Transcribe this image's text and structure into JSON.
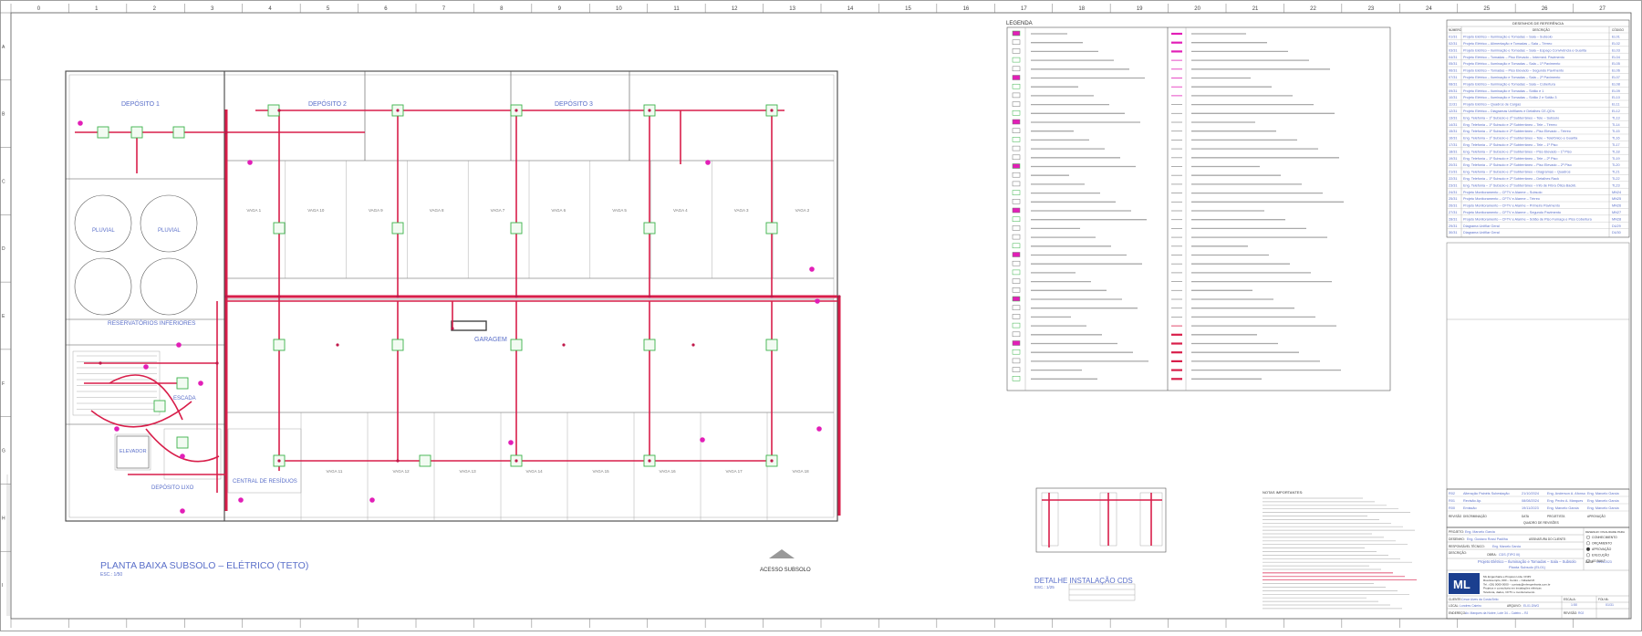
{
  "grid": {
    "cols": [
      "0",
      "1",
      "2",
      "3",
      "4",
      "5",
      "6",
      "7",
      "8",
      "9",
      "10",
      "11",
      "12",
      "13",
      "14",
      "15",
      "16",
      "17",
      "18",
      "19",
      "20",
      "21",
      "22",
      "23",
      "24",
      "25",
      "26",
      "27"
    ],
    "rows": [
      "A",
      "B",
      "C",
      "D",
      "E",
      "F",
      "G",
      "H",
      "I"
    ]
  },
  "plan": {
    "title": "PLANTA BAIXA SUBSOLO – ELÉTRICO (TETO)",
    "scale": "ESC.: 1/50",
    "rooms": {
      "deposito1": "DEPÓSITO 1",
      "deposito2": "DEPÓSITO 2",
      "deposito3": "DEPÓSITO 3",
      "reservatorios": "RESERVATÓRIOS INFERIORES",
      "garagem": "GARAGEM",
      "elevador": "ELEVADOR",
      "central_residuos": "CENTRAL DE RESÍDUOS",
      "deposito_lixo": "DEPÓSITO LIXO",
      "escada": "ESCADA",
      "pluvial1": "PLUVIAL",
      "pluvial2": "PLUVIAL"
    },
    "vagas_top": [
      "VAGA 1",
      "VAGA 10",
      "VAGA 9",
      "VAGA 8",
      "VAGA 7",
      "VAGA 6",
      "VAGA 5",
      "VAGA 4",
      "VAGA 3",
      "VAGA 2"
    ],
    "vagas_bottom": [
      "VAGA 11",
      "VAGA 12",
      "VAGA 13",
      "VAGA 14",
      "VAGA 15",
      "VAGA 16",
      "VAGA 17",
      "VAGA 18"
    ],
    "acesso": "ACESSO SUBSOLO"
  },
  "detail": {
    "title": "DETALHE INSTALAÇÃO CDS",
    "scale": "ESC.: 1/25"
  },
  "legend": {
    "title": "LEGENDA"
  },
  "drawings_list": {
    "title": "DESENHOS DE REFERÊNCIA",
    "headers": [
      "NÚMERO",
      "DESCRIÇÃO",
      "CÓDIGO"
    ],
    "rows": [
      [
        "01/31",
        "Projeto Elétrico – Iluminação e Tomadas – Sala – Subsolo",
        "EL01"
      ],
      [
        "02/31",
        "Projeto Elétrico – Alimentação e Tomadas – Sala – Térreo",
        "EL02"
      ],
      [
        "03/31",
        "Projeto Elétrico – Iluminação e Tomadas – Sala – Espaço Convivência e Guarita",
        "EL03"
      ],
      [
        "04/31",
        "Projeto Elétrico – Tomadas – Piso Elevado – Intermed. Pavimento",
        "EL04"
      ],
      [
        "05/31",
        "Projeto Elétrico – Iluminação e Tomadas – Sala – 1º Pavimento",
        "EL05"
      ],
      [
        "06/31",
        "Projeto Elétrico – Tomadas – Piso Elevado – Segundo Pavimento",
        "EL06"
      ],
      [
        "07/31",
        "Projeto Elétrico – Iluminação e Tomadas – Sala – 2º Pavimento",
        "EL07"
      ],
      [
        "08/31",
        "Projeto Elétrico – Iluminação e Tomadas – Sala – Cobertura",
        "EL08"
      ],
      [
        "09/31",
        "Projeto Elétrico – Iluminação e Tomadas – Sótão e 1",
        "EL09"
      ],
      [
        "10/31",
        "Projeto Elétrico – Iluminação e Tomadas – Sótão 2 e Sótão 3",
        "EL10"
      ],
      [
        "11/31",
        "Projeto Elétrico – Quadros de Cargas",
        "EL11"
      ],
      [
        "12/31",
        "Projeto Elétrico – Diagramas Unifilares e Detalhes CE-QD's",
        "EL12"
      ],
      [
        "13/31",
        "Eng. Telefonia – 1º Subsolo e 2º Subterrâneo – Tele – Subsolo",
        "TL13"
      ],
      [
        "14/31",
        "Eng. Telefonia – 1º Subsolo e 2º Subterrâneo – Tele – Térreo",
        "TL14"
      ],
      [
        "15/31",
        "Eng. Telefonia – 1º Subsolo e 2º Subterrâneo – Piso Elevado – Térreo",
        "TL15"
      ],
      [
        "16/31",
        "Eng. Telefonia – 1º Subsolo e 2º Subterrâneo – Tele – Telefônico e Guarita",
        "TL16"
      ],
      [
        "17/31",
        "Eng. Telefonia – 1º Subsolo e 2º Subterrâneo – Tele – 1º Piso",
        "TL17"
      ],
      [
        "18/31",
        "Eng. Telefonia – 1º Subsolo e 2º Subterrâneo – Piso Elevado – 1º Piso",
        "TL18"
      ],
      [
        "19/31",
        "Eng. Telefonia – 1º Subsolo e 2º Subterrâneo – Tele – 2º Piso",
        "TL19"
      ],
      [
        "20/31",
        "Eng. Telefonia – 1º Subsolo e 2º Subterrâneo – Piso Elevado – 2º Piso",
        "TL20"
      ],
      [
        "21/31",
        "Eng. Telefonia – 1º Subsolo e 2º Subterrâneo – Diagramas – Quadros",
        "TL21"
      ],
      [
        "22/31",
        "Eng. Telefonia – 1º Subsolo e 2º Subterrâneo – Detalhes Rack",
        "TL22"
      ],
      [
        "23/31",
        "Eng. Telefonia – 1º Subsolo e 2º Subterrâneo – Info de Fibra Ótica Backb.",
        "TL23"
      ],
      [
        "24/31",
        "Projeto Monitoramento – CFTV e Alarme – Subsolo",
        "MN24"
      ],
      [
        "25/31",
        "Projeto Monitoramento – CFTV e Alarme – Térreo",
        "MN25"
      ],
      [
        "26/31",
        "Projeto Monitoramento – CFTV e Alarme – Primeiro Pavimento",
        "MN26"
      ],
      [
        "27/31",
        "Projeto Monitoramento – CFTV e Alarme – Segundo Pavimento",
        "MN27"
      ],
      [
        "28/31",
        "Projeto Monitoramento – CFTV e Alarme – Sótão de Piso Fumaça e Piso Cobertura",
        "MN28"
      ],
      [
        "29/31",
        "Diagrama Unifilar Geral",
        "DU29"
      ],
      [
        "30/31",
        "Diagrama Unifilar Geral",
        "DU30"
      ]
    ]
  },
  "revisions": {
    "rows": [
      [
        "R02",
        "Alteração Painéis Subestação",
        "21/10/2024",
        "Eng. Anderson A. Afonso",
        "Eng. Marcelo Garcia"
      ],
      [
        "R01",
        "Revisão Ap.",
        "08/08/2024",
        "Eng. Pedro A. Marques",
        "Eng. Marcelo Garcia"
      ],
      [
        "R00",
        "Emissão",
        "19/11/2023",
        "Eng. Marcelo Garcia",
        "Eng. Marcelo Garcia"
      ]
    ],
    "headers": [
      "REVISÃO",
      "DISCRIMINAÇÃO",
      "DATA",
      "PROJETISTA",
      "APROVAÇÃO"
    ],
    "block_title": "QUADRO DE REVISÕES"
  },
  "title_block": {
    "projeto_label": "PROJETO:",
    "projeto_value": "Eng. Marcelo Garcia",
    "desenho_label": "DESENHO:",
    "desenho_value": "Eng. Gustavo Rossi Padilha",
    "resp_label": "RESPONSÁVEL TÉCNICO:",
    "resp_value": "Eng. Marcelo Garcia",
    "assinatura_label": "ASSINATURA DO CLIENTE:",
    "obra_label": "OBRA:",
    "obra_value": "CDS (TIPO III)",
    "descricao_label": "DESCRIÇÃO:",
    "descricao_value": "Projeto Elétrico – Iluminação e Tomadas – Sala – Subsolo",
    "subtitle": "Planta Subsolo (EL01)",
    "data_label": "DATA:",
    "data_value": "19/11/2023",
    "status_title": "DESENHO: FINALIDADE PARA",
    "status_options": [
      "CONHECIMENTO",
      "ORÇAMENTO",
      "APROVAÇÃO",
      "EXECUÇÃO",
      "AS BUILT"
    ],
    "company": "ML",
    "company_lines": [
      "ML Engenharia e Projetos Ltda. CNPJ",
      "Rua Exemplo, 000 – Centro – Cidade/UF",
      "Tel.: (00) 0000-0000 – contato@mlengenharia.com.br",
      "Projetos e consultoria em instalações elétricas",
      "Telefonia, dados, CFTV e monitoramento"
    ],
    "cliente_label": "CLIENTE:",
    "cliente_value": "Cesar Alves da Costa Brito",
    "escala_label": "ESCALA:",
    "escala_value": "1:50",
    "folha_label": "FOLHA:",
    "folha_value": "01/31",
    "local_label": "LOCAL:",
    "local_value": "Londres Caieiro",
    "arquivo_label": "ARQUIVO:",
    "arquivo_value": "EL01.DWG",
    "endereco_label": "ENDEREÇO:",
    "endereco_value": "Av. Marques da Nobre, Lote 34 – Caieiro – RJ",
    "revisao_label": "REVISÃO:",
    "revisao_value": "R02"
  },
  "notes_title": "NOTAS IMPORTANTES:",
  "colors": {
    "conduit": "#d81e4a",
    "luminaire": "#3bb34a",
    "outlet": "#e21fb7",
    "text_blue": "#5a6fc9"
  }
}
